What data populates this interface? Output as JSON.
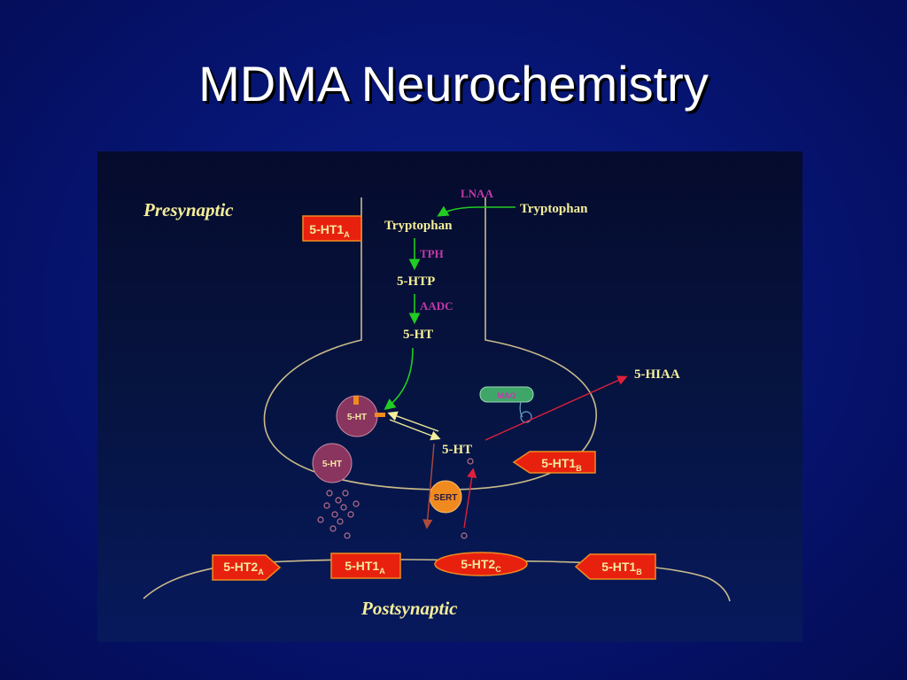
{
  "title": "MDMA Neurochemistry",
  "diagram": {
    "regions": {
      "presynaptic": "Presynaptic",
      "postsynaptic": "Postsynaptic"
    },
    "pathway": {
      "enzyme_lnaa": "LNAA",
      "tryptophan_outside": "Tryptophan",
      "tryptophan_inside": "Tryptophan",
      "enzyme_tph": "TPH",
      "htp": "5-HTP",
      "enzyme_aadc": "AADC",
      "ht_synth": "5-HT",
      "ht_cytoplasm": "5-HT",
      "hiaa": "5-HIAA",
      "mao_label": "MAO"
    },
    "vesicles": [
      {
        "label": "5-HT"
      },
      {
        "label": "5-HT"
      }
    ],
    "transporter": {
      "label": "SERT"
    },
    "receptors": {
      "pre_1a": {
        "base": "5-HT1",
        "sub": "A"
      },
      "pre_1b": {
        "base": "5-HT1",
        "sub": "B"
      },
      "post_2a": {
        "base": "5-HT2",
        "sub": "A"
      },
      "post_1a": {
        "base": "5-HT1",
        "sub": "A"
      },
      "post_2c": {
        "base": "5-HT2",
        "sub": "C"
      },
      "post_1b": {
        "base": "5-HT1",
        "sub": "B"
      }
    },
    "colors": {
      "background": "#061470",
      "membrane": "#c9b98a",
      "receptor_fill": "#e8210f",
      "receptor_text": "#f3e9a0",
      "arrow_green": "#22cc22",
      "enzyme_text": "#c23aa8",
      "label_yellow": "#f4ee9a",
      "serotonin_dot": "#b8708a",
      "sert_fill": "#f08a1e"
    }
  }
}
